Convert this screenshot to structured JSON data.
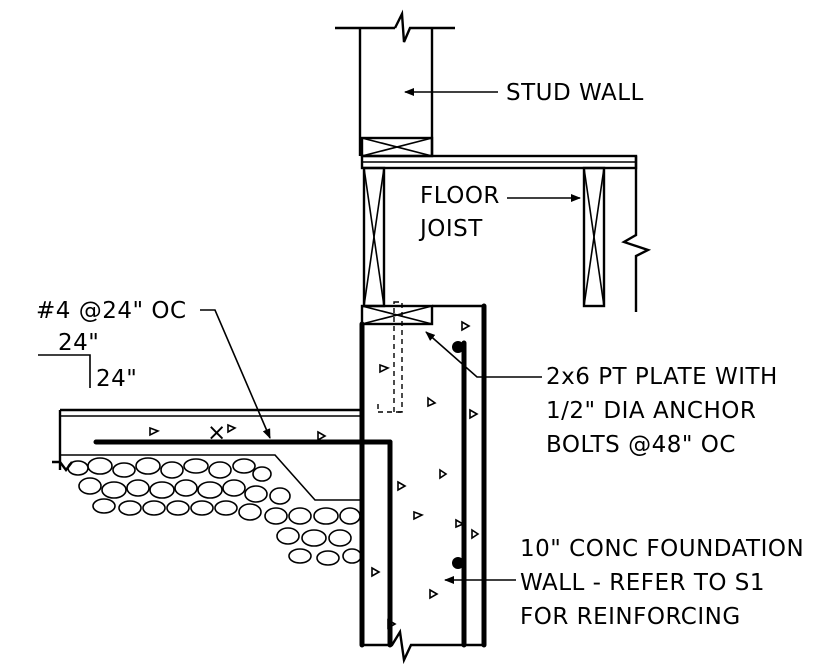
{
  "labels": {
    "stud_wall": "STUD WALL",
    "floor_joist_line1": "FLOOR",
    "floor_joist_line2": "JOIST",
    "rebar_spec": "#4 @24\" OC",
    "dim_a": "24\"",
    "dim_b": "24\"",
    "plate_line1": "2x6 PT PLATE WITH",
    "plate_line2": "1/2\" DIA ANCHOR",
    "plate_line3": "BOLTS @48\" OC",
    "wall_line1": "10\" CONC FOUNDATION",
    "wall_line2": "WALL - REFER TO S1",
    "wall_line3": "FOR REINFORCING"
  }
}
